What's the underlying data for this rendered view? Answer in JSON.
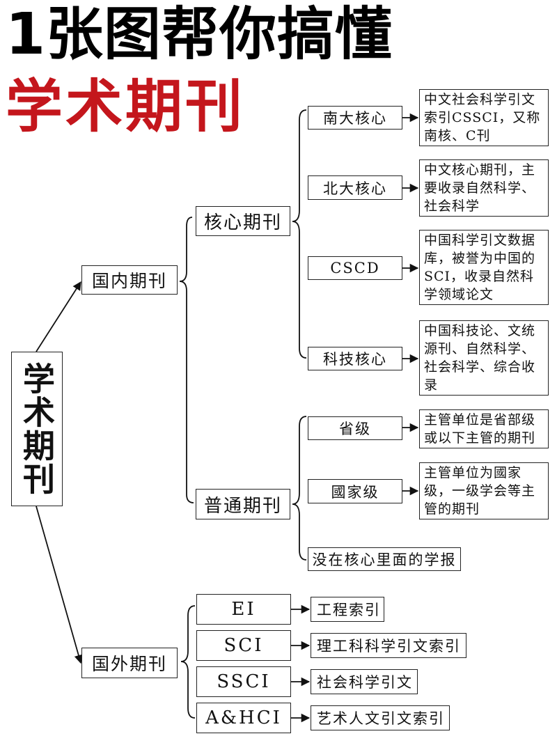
{
  "title": {
    "line1": "1张图帮你搞懂",
    "line2": "学术期刊",
    "accent_color": "#c4161c"
  },
  "root": {
    "label": "学术期刊"
  },
  "domestic": {
    "label": "国内期刊",
    "core": {
      "label": "核心期刊",
      "items": [
        {
          "name": "南大核心",
          "desc": "中文社会科学引文索引CSSCI，又称南核、C刊"
        },
        {
          "name": "北大核心",
          "desc": "中文核心期刊，主要收录自然科学、社会科学"
        },
        {
          "name": "CSCD",
          "desc": "中国科学引文数据库，被誉为中国的SCI，收录自然科学领域论文"
        },
        {
          "name": "科技核心",
          "desc": "中国科技论、文统源刊、自然科学、社会科学、综合收录"
        }
      ]
    },
    "general": {
      "label": "普通期刊",
      "items": [
        {
          "name": "省级",
          "desc": "主管单位是省部级或以下主管的期刊"
        },
        {
          "name": "國家级",
          "desc": "主管单位为國家级，一级学会等主管的期刊"
        },
        {
          "name": "没在核心里面的学报"
        }
      ]
    }
  },
  "foreign": {
    "label": "国外期刊",
    "items": [
      {
        "name": "EI",
        "desc": "工程索引"
      },
      {
        "name": "SCI",
        "desc": "理工科科学引文索引"
      },
      {
        "name": "SSCI",
        "desc": "社会科学引文"
      },
      {
        "name": "A&HCI",
        "desc": "艺术人文引文索引"
      }
    ]
  }
}
